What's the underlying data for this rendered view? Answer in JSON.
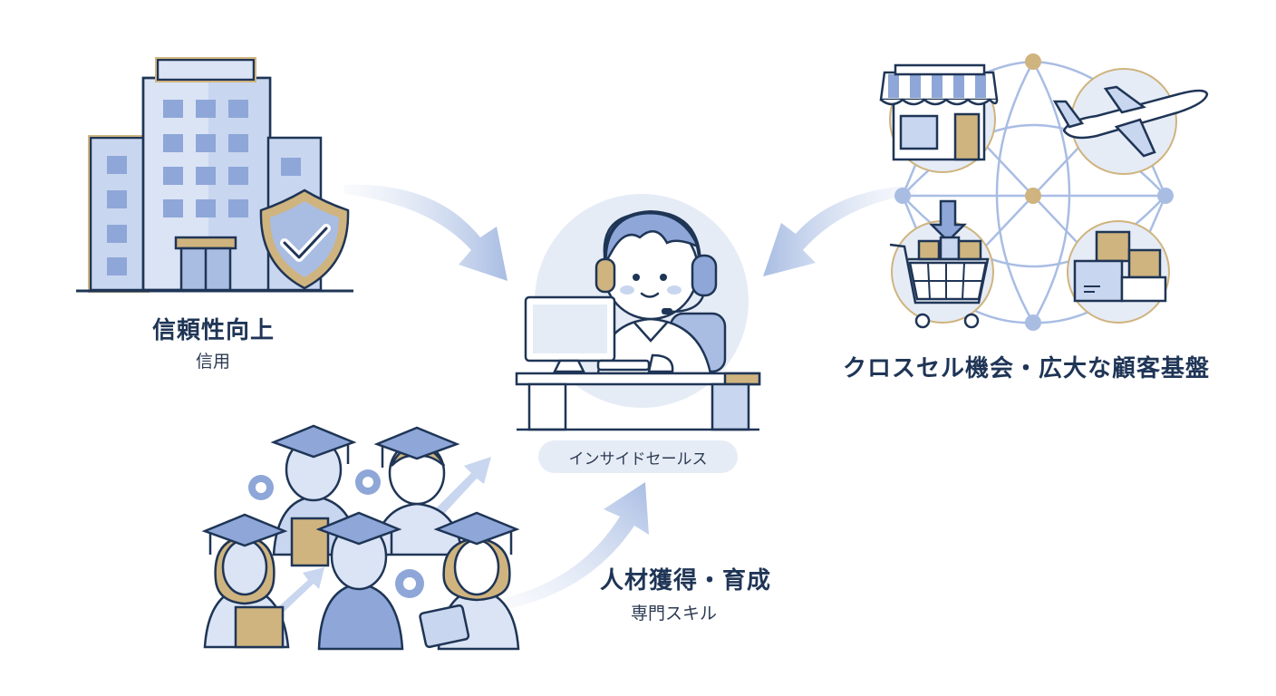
{
  "colors": {
    "navy": "#1f3556",
    "blue_light": "#c9d6ef",
    "blue_mid": "#8ea7d8",
    "gold": "#cfb47f",
    "pill_bg": "#e6ecf6"
  },
  "center": {
    "label": "インサイドセールス"
  },
  "trust": {
    "title": "信頼性向上",
    "subtitle": "信用"
  },
  "talent": {
    "title": "人材獲得・育成",
    "subtitle": "専門スキル"
  },
  "crosssell": {
    "title": "クロスセル機会・広大な顧客基盤"
  },
  "icons": [
    "office-building-icon",
    "shield-check-icon",
    "operator-headset-icon",
    "graduates-group-icon",
    "store-icon",
    "airplane-icon",
    "shopping-cart-icon",
    "boxes-icon",
    "network-icon"
  ]
}
